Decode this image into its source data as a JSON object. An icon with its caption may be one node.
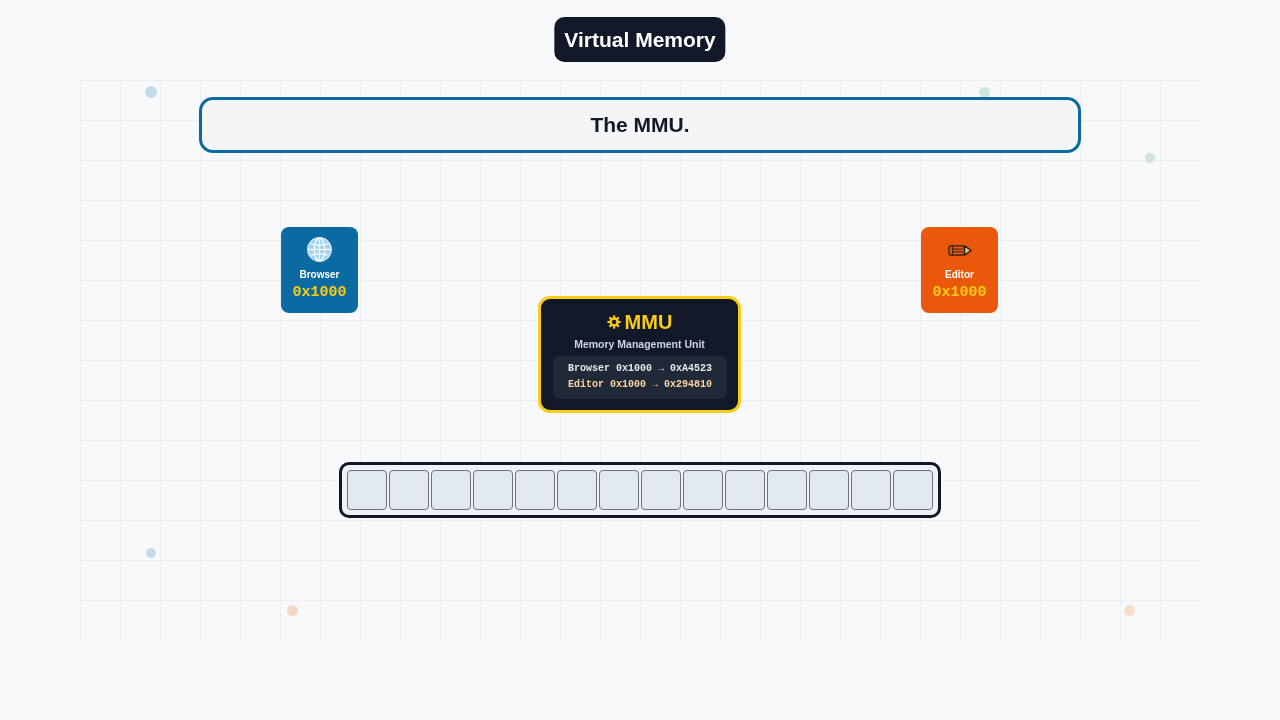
{
  "diagram": {
    "title": "Virtual Memory",
    "nodes": [
      {
        "text": [
          "The MMU."
        ]
      },
      {
        "text": [
          "Browser",
          "0x1000"
        ]
      },
      {
        "text": [
          "Editor",
          "0x1000"
        ]
      },
      {
        "text": [
          "MMU",
          "Memory Management Unit",
          "Browser 0x1000 → 0xA4523",
          "Editor 0x1000 → 0x294810"
        ]
      },
      {
        "text": [],
        "shape": "bar"
      },
      {
        "text": [],
        "shape": "box",
        "in": 4
      },
      {
        "text": [],
        "shape": "box",
        "in": 4
      },
      {
        "text": [],
        "shape": "box",
        "in": 4
      },
      {
        "text": [],
        "shape": "box",
        "in": 4
      },
      {
        "text": [],
        "shape": "box",
        "in": 4
      },
      {
        "text": [],
        "shape": "box",
        "in": 4
      },
      {
        "text": [],
        "shape": "box",
        "in": 4
      },
      {
        "text": [],
        "shape": "box",
        "in": 4
      },
      {
        "text": [],
        "shape": "box",
        "in": 4
      },
      {
        "text": [],
        "shape": "box",
        "in": 4
      },
      {
        "text": [],
        "shape": "box",
        "in": 4
      },
      {
        "text": [],
        "shape": "box",
        "in": 4
      },
      {
        "text": [],
        "shape": "box",
        "in": 4
      },
      {
        "text": [],
        "shape": "box",
        "in": 4
      }
    ]
  }
}
